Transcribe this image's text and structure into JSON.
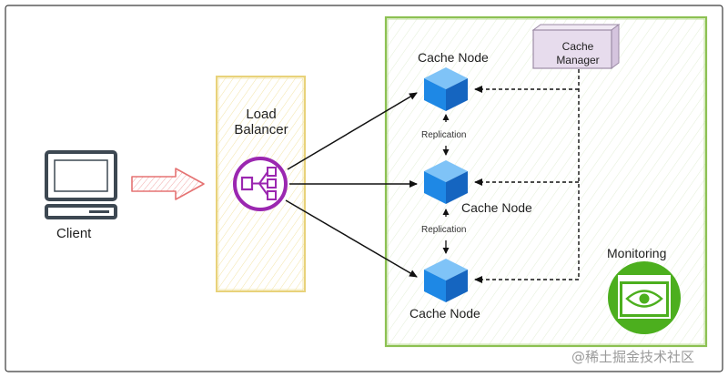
{
  "load_balancer": {
    "title": "Load\nBalancer"
  },
  "client": {
    "label": "Client"
  },
  "cache_nodes": [
    {
      "label": "Cache Node"
    },
    {
      "label": "Cache Node"
    },
    {
      "label": "Cache Node"
    }
  ],
  "replication": [
    {
      "label": "Replication"
    },
    {
      "label": "Replication"
    }
  ],
  "cache_manager": {
    "label": "Cache\nManager"
  },
  "monitoring": {
    "label": "Monitoring"
  },
  "watermark": {
    "text": "@稀土掘金技术社区"
  },
  "colors": {
    "load_balancer_border": "#e8d27a",
    "cluster_border": "#8cc152",
    "load_balancer_icon": "#9b27b0",
    "node_cube": "#1e88e5",
    "manager_box": "#e7dced",
    "monitoring_icon": "#4caf1e",
    "client_arrow": "#e57373"
  },
  "icons": {
    "client": "desktop-computer-icon",
    "load_balancer": "elastic-load-balancer-icon",
    "node": "cube-icon",
    "monitoring": "eye-monitor-icon"
  }
}
